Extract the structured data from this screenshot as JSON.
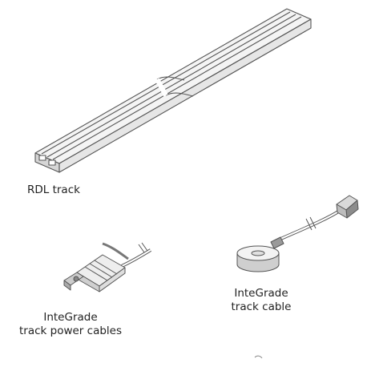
{
  "items": {
    "rdl_track": {
      "icon": "rdl-track-illustration",
      "label": "RDL track"
    },
    "power_cables": {
      "icon": "power-cable-connector-illustration",
      "label_lines": [
        "InteGrade",
        "track power cables"
      ]
    },
    "track_cable": {
      "icon": "track-cable-puck-illustration",
      "label_lines": [
        "InteGrade",
        "track cable"
      ]
    }
  },
  "colors": {
    "line": "#555555",
    "fill_light": "#f2f2f2",
    "fill_mid": "#d9d9d9",
    "fill_dark": "#9a9a9a"
  }
}
